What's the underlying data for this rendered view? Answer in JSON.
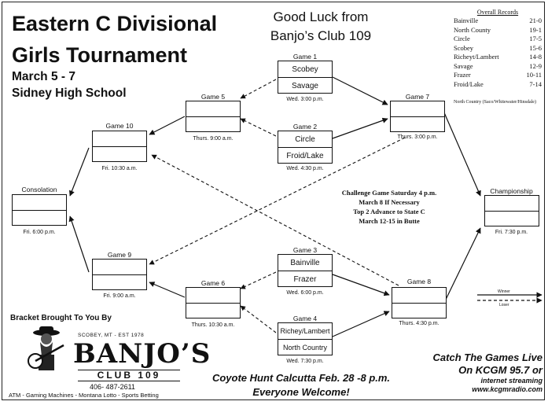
{
  "header": {
    "title_line1": "Eastern C Divisional",
    "title_line2": "Girls Tournament",
    "dates": "March 5 - 7",
    "venue": "Sidney High School"
  },
  "sponsor_top": {
    "line1": "Good Luck from",
    "line2": "Banjo’s Club 109"
  },
  "records": {
    "title": "Overall Records",
    "rows": [
      {
        "team": "Bainville",
        "record": "21-0"
      },
      {
        "team": "North County",
        "record": "19-1"
      },
      {
        "team": "Circle",
        "record": "17-5"
      },
      {
        "team": "Scobey",
        "record": "15-6"
      },
      {
        "team": "Richeyt/Lambert",
        "record": "14-8"
      },
      {
        "team": "Savage",
        "record": "12-9"
      },
      {
        "team": "Frazer",
        "record": "10-11"
      },
      {
        "team": "Froid/Lake",
        "record": "7-14"
      }
    ],
    "footnote": "North Country (Saco/Whitewater/Hinsdale)"
  },
  "games": {
    "g1": {
      "label": "Game 1",
      "team_a": "Scobey",
      "team_b": "Savage",
      "time": "Wed. 3:00 p.m."
    },
    "g2": {
      "label": "Game 2",
      "team_a": "Circle",
      "team_b": "Froid/Lake",
      "time": "Wed. 4:30 p.m."
    },
    "g3": {
      "label": "Game 3",
      "team_a": "Bainville",
      "team_b": "Frazer",
      "time": "Wed. 6:00 p.m."
    },
    "g4": {
      "label": "Game 4",
      "team_a": "Richey/Lambert",
      "team_b": "North Country",
      "time": "Wed. 7:30 p.m."
    },
    "g5": {
      "label": "Game 5",
      "time": "Thurs. 9:00 a.m."
    },
    "g6": {
      "label": "Game 6",
      "time": "Thurs. 10:30 a.m."
    },
    "g7": {
      "label": "Game 7",
      "time": "Thurs. 3:00 p.m."
    },
    "g8": {
      "label": "Game 8",
      "time": "Thurs. 4:30 p.m."
    },
    "g9": {
      "label": "Game 9",
      "time": "Fri. 9:00 a.m."
    },
    "g10": {
      "label": "Game 10",
      "time": "Fri. 10:30 a.m."
    },
    "consolation": {
      "label": "Consolation",
      "time": "Fri. 6:00 p.m."
    },
    "championship": {
      "label": "Championship",
      "time": "Fri. 7:30 p.m."
    }
  },
  "challenge": {
    "line1": "Challenge Game Saturday 4 p.m.",
    "line2": "March 8 If Necessary",
    "line3": "Top 2 Advance to State C",
    "line4": "March 12-15 in Butte"
  },
  "legend": {
    "winner": "Winner",
    "loser": "Loser"
  },
  "footer": {
    "brought_by": "Bracket Brought To You By",
    "logo_tag": "SCOBEY, MT - EST 1978",
    "logo_name": "BANJO’S",
    "logo_club": "CLUB 109",
    "phone": "406- 487-2611",
    "amenities": "ATM - Gaming Machines - Montana Lotto - Sports Betting",
    "calcutta_line1": "Coyote Hunt Calcutta Feb. 28 -8 p.m.",
    "calcutta_line2": "Everyone Welcome!",
    "radio_line1": "Catch The Games Live",
    "radio_line2": "On KCGM 95.7 or",
    "radio_line3": "internet streaming",
    "radio_line4": "www.kcgmradio.com"
  }
}
